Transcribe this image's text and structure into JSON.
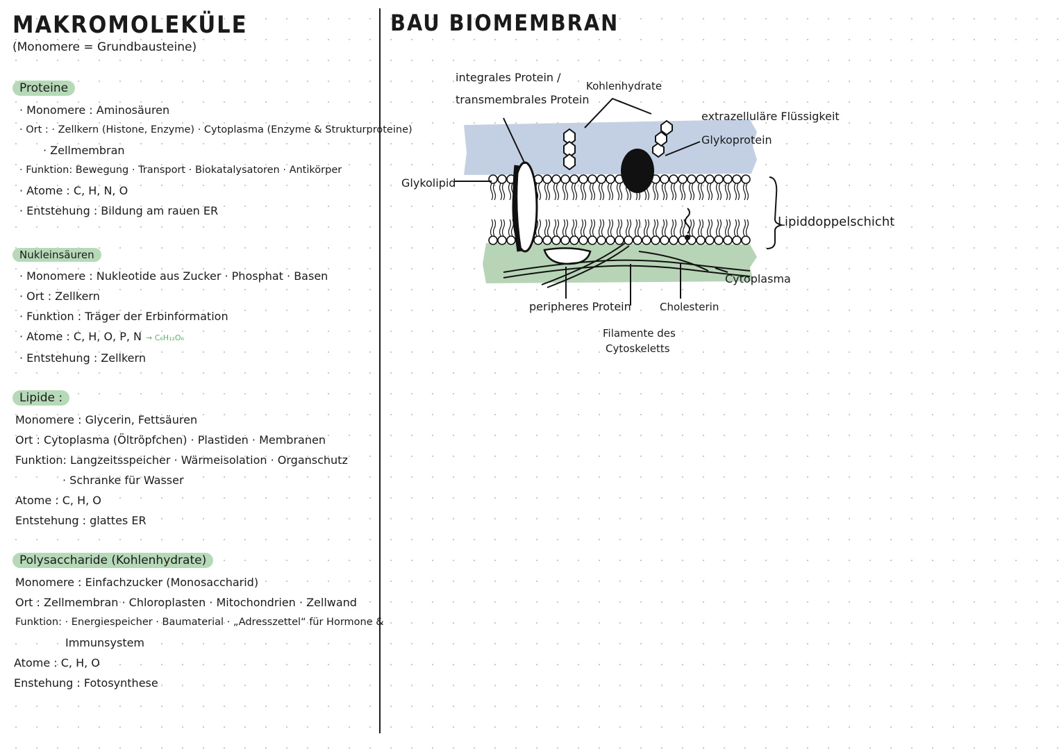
{
  "left": {
    "title": "MAKROMOLEKÜLE",
    "subtitle": "(Monomere = Grundbausteine)",
    "sections": [
      {
        "heading": "Proteine",
        "lines": [
          "· Monomere : Aminosäuren",
          "· Ort : · Zellkern (Histone, Enzyme) · Cytoplasma (Enzyme & Strukturproteine)",
          "· Zellmembran",
          "· Funktion: Bewegung · Transport · Biokatalysatoren · Antikörper",
          "· Atome : C, H, N, O",
          "· Entstehung : Bildung am rauen ER"
        ]
      },
      {
        "heading": "Nukleinsäuren",
        "lines": [
          "· Monomere : Nukleotide aus Zucker · Phosphat · Basen",
          "· Ort : Zellkern",
          "· Funktion : Träger der Erbinformation",
          "· Atome : C, H, O, P, N",
          "· Entstehung : Zellkern"
        ],
        "formula": "→ C₆H₁₂O₆"
      },
      {
        "heading": "Lipide :",
        "lines": [
          "Monomere : Glycerin, Fettsäuren",
          "Ort : Cytoplasma (Öltröpfchen) · Plastiden · Membranen",
          "Funktion: Langzeitsspeicher · Wärmeisolation · Organschutz",
          "· Schranke für Wasser",
          "Atome : C, H, O",
          "Entstehung : glattes ER"
        ]
      },
      {
        "heading": "Polysaccharide (Kohlenhydrate)",
        "lines": [
          "Monomere : Einfachzucker (Monosaccharid)",
          "Ort : Zellmembran · Chloroplasten · Mitochondrien · Zellwand",
          "Funktion: · Energiespeicher · Baumaterial · „Adresszettel“ für Hormone &",
          "Immunsystem",
          "Atome : C, H, O",
          "Enstehung : Fotosynthese"
        ]
      }
    ]
  },
  "right": {
    "title": "BAU BIOMEMBRAN",
    "labels": {
      "integral": "integrales Protein /",
      "transmembrane": "transmembrales Protein",
      "carbs": "Kohlenhydrate",
      "extracellular": "extrazelluläre Flüssigkeit",
      "glycoprotein": "Glykoprotein",
      "glycolipid": "Glykolipid",
      "bilayer": "Lipiddoppelschicht",
      "cytoplasm": "Cytoplasma",
      "peripheral": "peripheres Protein",
      "cholesterol": "Cholesterin",
      "filaments1": "Filamente des",
      "filaments2": "Cytoskeletts"
    }
  },
  "colors": {
    "badge": "#b6d9b8",
    "extracellular": "#c3d0e4",
    "cytoplasm": "#b7d4b7",
    "formula": "#5fae6a"
  }
}
